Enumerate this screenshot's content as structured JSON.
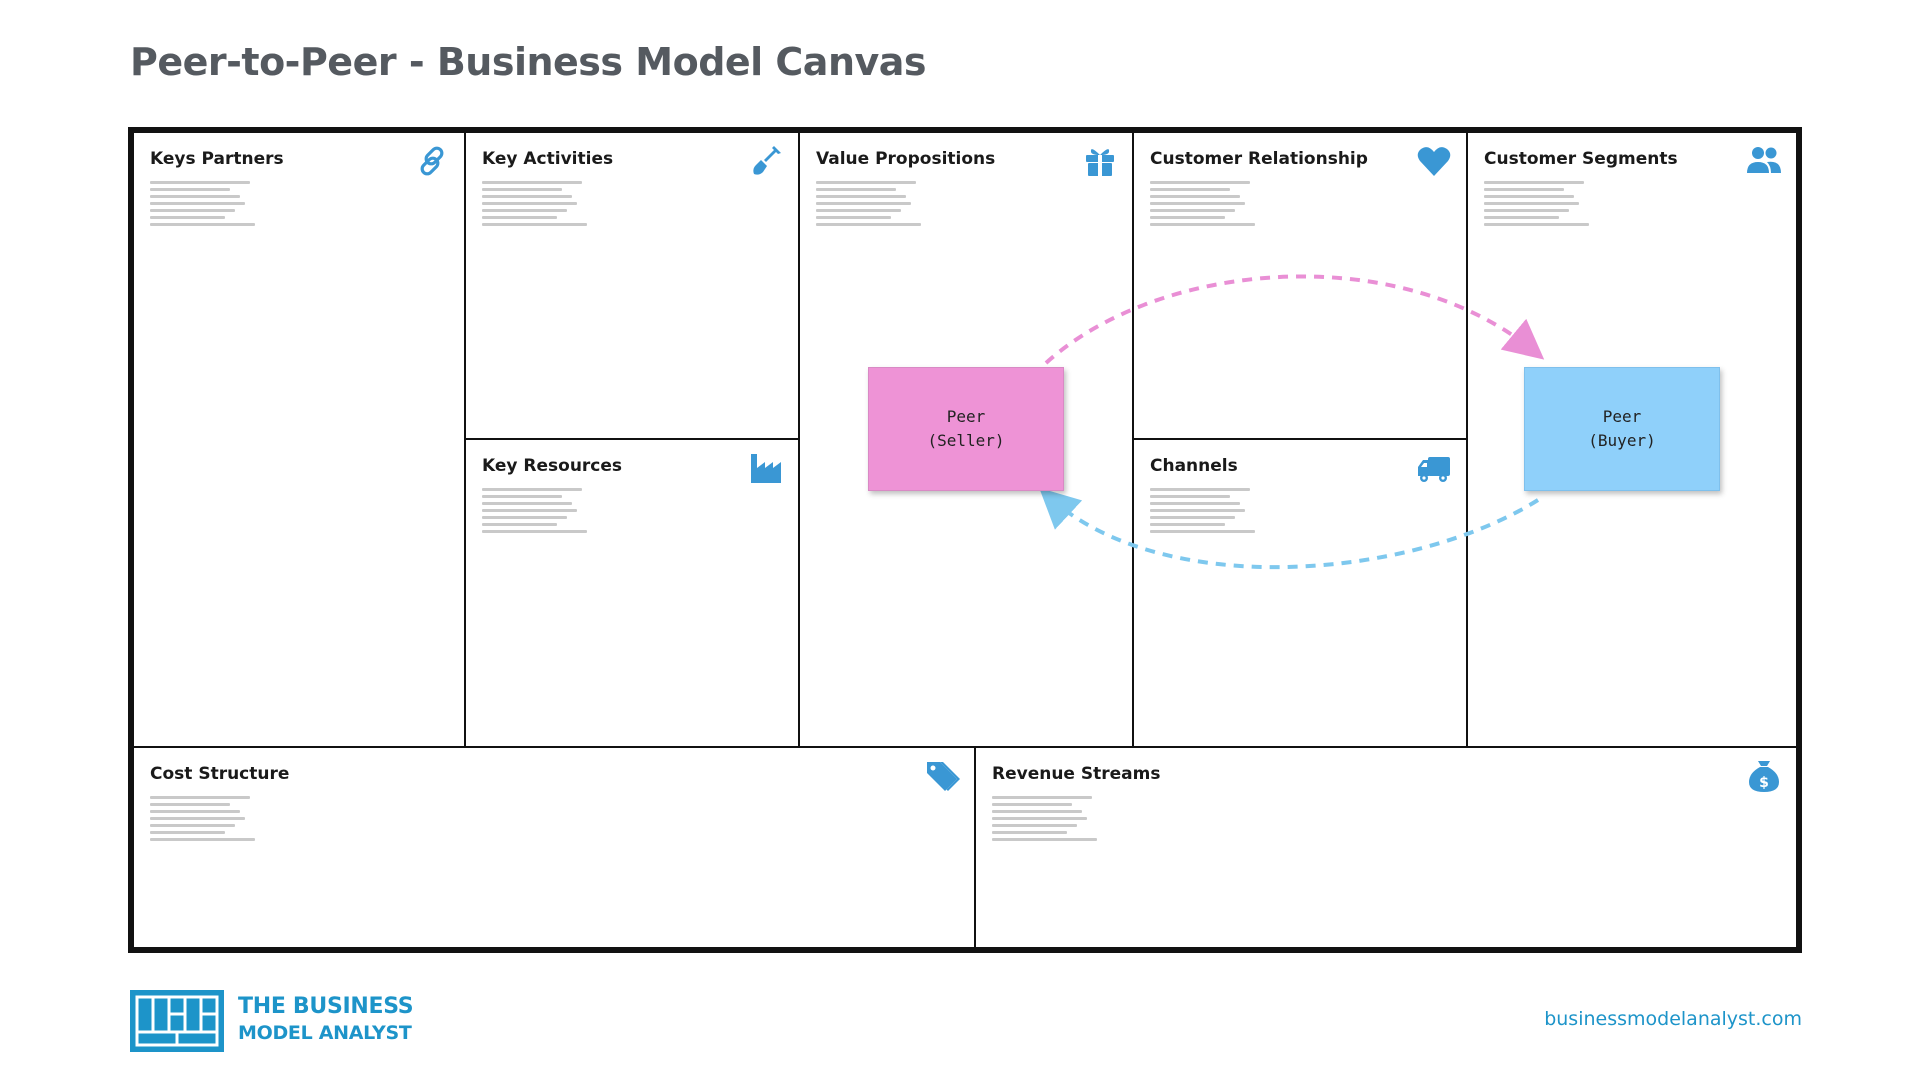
{
  "title": "Peer-to-Peer - Business Model Canvas",
  "blocks": {
    "key_partners": {
      "title": "Keys Partners",
      "icon": "link-icon"
    },
    "key_activities": {
      "title": "Key Activities",
      "icon": "shovel-icon"
    },
    "key_resources": {
      "title": "Key Resources",
      "icon": "factory-icon"
    },
    "value_propositions": {
      "title": "Value Propositions",
      "icon": "gift-icon"
    },
    "customer_relationship": {
      "title": "Customer Relationship",
      "icon": "heart-icon"
    },
    "channels": {
      "title": "Channels",
      "icon": "truck-icon"
    },
    "customer_segments": {
      "title": "Customer Segments",
      "icon": "users-icon"
    },
    "cost_structure": {
      "title": "Cost Structure",
      "icon": "tag-icon"
    },
    "revenue_streams": {
      "title": "Revenue Streams",
      "icon": "money-bag-icon"
    }
  },
  "notes": {
    "seller": {
      "line1": "Peer",
      "line2": "(Seller)",
      "color": "#ee93d6"
    },
    "buyer": {
      "line1": "Peer",
      "line2": "(Buyer)",
      "color": "#8fd0fa"
    }
  },
  "arrows": [
    {
      "from": "Peer (Seller)",
      "to": "Peer (Buyer)",
      "color": "#e98fd5",
      "style": "dashed"
    },
    {
      "from": "Peer (Buyer)",
      "to": "Peer (Seller)",
      "color": "#7ec8ee",
      "style": "dashed"
    }
  ],
  "colors": {
    "accent": "#3a97d4",
    "border": "#111111",
    "title": "#555a60",
    "brand": "#1d94c9"
  },
  "footer": {
    "brand_line1": "THE BUSINESS",
    "brand_line2": "MODEL ANALYST",
    "website": "businessmodelanalyst.com"
  }
}
